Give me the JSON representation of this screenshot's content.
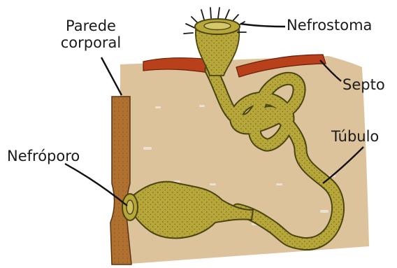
{
  "labels": {
    "wall_line1": "Parede",
    "wall_line2": "corporal",
    "nephrostome": "Nefrostoma",
    "septum": "Septo",
    "tubule": "Túbulo",
    "nephridiopore": "Nefróporo"
  },
  "colors": {
    "tissue": "#ddc39c",
    "body_wall": "#b07030",
    "septum": "#b8401a",
    "organ": "#b7a73a",
    "organ_outline": "#4a4510",
    "leader_line": "#111111"
  }
}
